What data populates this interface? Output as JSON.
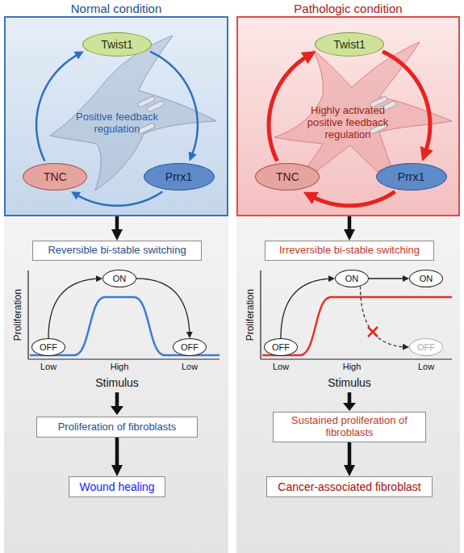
{
  "diagram": {
    "nodes": [
      {
        "text": [
          "Normal condition",
          "Positive feedback regulation"
        ]
      },
      {
        "text": [
          "Twist1"
        ],
        "in": 0
      },
      {
        "text": [
          "TNC"
        ],
        "in": 0
      },
      {
        "text": [
          "Prrx1"
        ],
        "in": 0
      },
      {
        "text": [
          "Reversible bi-stable switching"
        ]
      },
      {
        "text": [
          "OFF"
        ]
      },
      {
        "text": [
          "ON"
        ]
      },
      {
        "text": [
          "OFF"
        ]
      },
      {
        "text": [
          "Proliferation of fibroblasts"
        ]
      },
      {
        "text": [
          "Wound healing"
        ]
      },
      {
        "text": [
          "Pathologic condition",
          "Highly activated positive feedback regulation"
        ]
      },
      {
        "text": [
          "Twist1"
        ],
        "in": 10
      },
      {
        "text": [
          "TNC"
        ],
        "in": 10
      },
      {
        "text": [
          "Prrx1"
        ],
        "in": 10
      },
      {
        "text": [
          "Irreversible bi-stable switching"
        ]
      },
      {
        "text": [
          "OFF"
        ]
      },
      {
        "text": [
          "ON"
        ]
      },
      {
        "text": [
          "ON"
        ]
      },
      {
        "text": [
          "OFF"
        ]
      },
      {
        "text": [
          "Sustained proliferation of fibroblasts"
        ]
      },
      {
        "text": [
          "Cancer-associated fibroblast"
        ]
      }
    ],
    "edges": [
      {
        "from": 1,
        "to": 3,
        "arrow": "to"
      },
      {
        "from": 3,
        "to": 2,
        "arrow": "to"
      },
      {
        "from": 2,
        "to": 1,
        "arrow": "to"
      },
      {
        "from": 0,
        "to": 4,
        "arrow": "to"
      },
      {
        "from": 5,
        "to": 6,
        "arrow": "to"
      },
      {
        "from": 6,
        "to": 7,
        "arrow": "to"
      },
      {
        "from": 8,
        "to": 9,
        "arrow": "to"
      },
      {
        "from": 11,
        "to": 13,
        "arrow": "to"
      },
      {
        "from": 13,
        "to": 12,
        "arrow": "to"
      },
      {
        "from": 12,
        "to": 11,
        "arrow": "to"
      },
      {
        "from": 10,
        "to": 14,
        "arrow": "to"
      },
      {
        "from": 15,
        "to": 16,
        "arrow": "to"
      },
      {
        "from": 16,
        "to": 17,
        "arrow": "to"
      },
      {
        "from": 16,
        "to": 18,
        "arrow": "to"
      },
      {
        "from": 19,
        "to": 20,
        "arrow": "to"
      }
    ],
    "labels": [
      "Proliferation",
      "Low",
      "High",
      "Low",
      "Stimulus",
      "Proliferation",
      "Low",
      "High",
      "Low",
      "Stimulus"
    ]
  }
}
